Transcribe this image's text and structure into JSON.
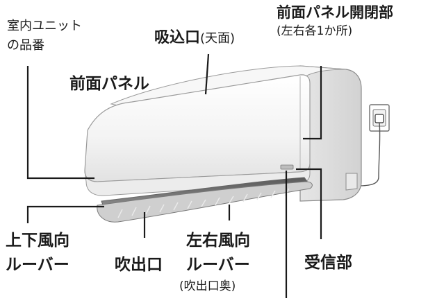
{
  "labels": {
    "model_number_line1": "室内ユニット",
    "model_number_line2": "の品番",
    "intake_main": "吸込口",
    "intake_sub": "(天面)",
    "panel_hinge_main": "前面パネル開閉部",
    "panel_hinge_sub": "(左右各1か所)",
    "front_panel": "前面パネル",
    "vertical_louver_line1": "上下風向",
    "vertical_louver_line2": "ルーバー",
    "outlet": "吹出口",
    "horizontal_louver_line1": "左右風向",
    "horizontal_louver_line2": "ルーバー",
    "horizontal_louver_sub": "(吹出口奥)",
    "receiver": "受信部"
  },
  "colors": {
    "leader_line": "#1a1a1a",
    "unit_body": "#f4f4f4",
    "unit_outline": "#9a9a9a",
    "louver_dark": "#6e6e6e"
  }
}
